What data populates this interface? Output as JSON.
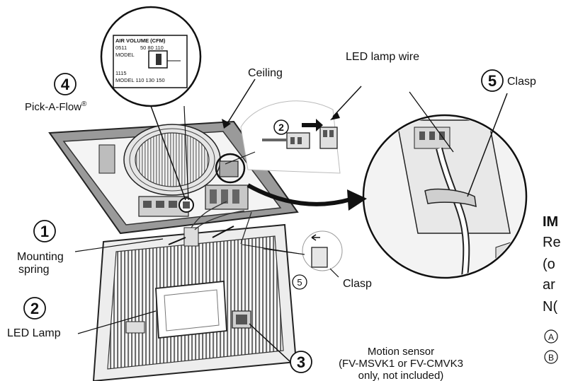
{
  "labels": {
    "ceiling": "Ceiling",
    "led_lamp_wire": "LED lamp wire",
    "clasp": "Clasp",
    "pick_a_flow": "Pick-A-Flow",
    "pick_a_flow_mark": "®",
    "mounting_spring_line1": "Mounting",
    "mounting_spring_line2": "spring",
    "led_lamp": "LED Lamp",
    "motion_sensor_line1": "Motion sensor",
    "motion_sensor_line2": "(FV-MSVK1 or FV-CMVK3",
    "motion_sensor_line3": "only, not included)"
  },
  "step_numbers": {
    "mounting_spring": "1",
    "led_lamp": "2",
    "connector": "2",
    "motion_sensor": "3",
    "pick_a_flow": "4",
    "clasp_top": "5",
    "clasp_small": "5"
  },
  "nameplate": {
    "header": "AIR VOLUME (CFM)",
    "row1_model": "0511",
    "row1_values": "50  80  110",
    "row1_label": "MODEL",
    "row2_model": "1115",
    "row2_label": "MODEL 110 130 150"
  },
  "side_text": {
    "line1": "IM",
    "line2": "Re",
    "line3": "(o",
    "line4": "ar",
    "line5": "N(",
    "marker_a": "A",
    "marker_b": "B"
  }
}
